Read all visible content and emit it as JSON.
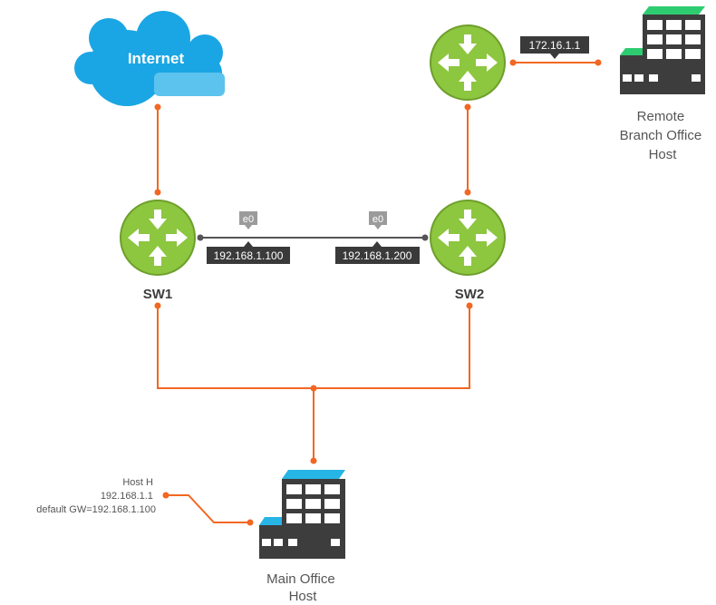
{
  "internet": {
    "label": "Internet"
  },
  "switches": [
    {
      "id": "sw1",
      "label": "SW1",
      "interface": "e0",
      "ip": "192.168.1.100"
    },
    {
      "id": "sw2",
      "label": "SW2",
      "interface": "e0",
      "ip": "192.168.1.200"
    }
  ],
  "remote_router": {
    "ip": "172.16.1.1"
  },
  "remote_host": {
    "label_lines": [
      "Remote",
      "Branch Office",
      "Host"
    ]
  },
  "main_host": {
    "label_lines": [
      "Main Office",
      "Host"
    ]
  },
  "host_info": {
    "lines": [
      "Host H",
      "192.168.1.1",
      "default GW=192.168.1.100"
    ]
  },
  "colors": {
    "link": "#f26722",
    "router_fill": "#8dc63f",
    "router_stroke": "#6e9f2c",
    "cloud": "#1aa6e4",
    "building": "#3d3d3d",
    "remote_roof": "#2ecc71",
    "main_roof": "#27b5e6",
    "ip_tag": "#3a3a3a",
    "if_tag": "#9b9b9b",
    "text": "#555555"
  }
}
